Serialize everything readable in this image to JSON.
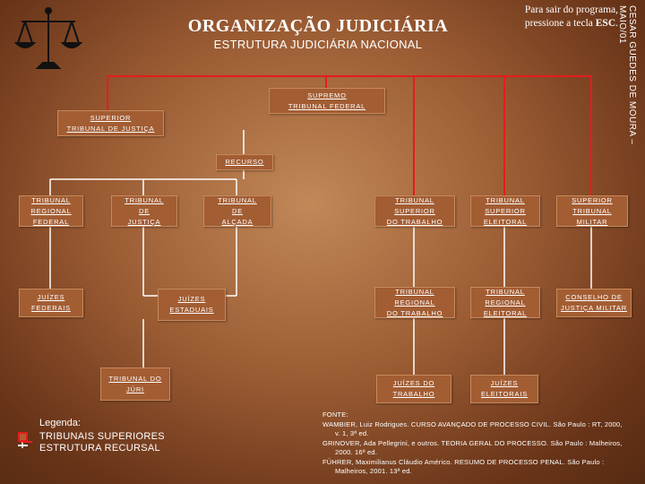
{
  "header": {
    "title": "ORGANIZAÇÃO JUDICIÁRIA",
    "subtitle": "ESTRUTURA JUDICIÁRIA NACIONAL",
    "exit_note_1": "Para sair do programa,",
    "exit_note_2a": "pressione a tecla ",
    "exit_note_2b": "ESC",
    "exit_note_2c": ".",
    "credit": "CESAR GUEDES DE MOURA – MAIO/01"
  },
  "logo": {
    "icon": "scales-of-justice-icon"
  },
  "nodes": {
    "stf": "SUPREMO\nTRIBUNAL FEDERAL",
    "stj": "SUPERIOR\nTRIBUNAL DE JUSTIÇA",
    "recurso": "RECURSO",
    "trf": "TRIBUNAL\nREGIONAL\nFEDERAL",
    "tj": "TRIBUNAL\nDE\nJUSTIÇA",
    "ta": "TRIBUNAL\nDE\nALÇADA",
    "tst": "TRIBUNAL\nSUPERIOR\nDO TRABALHO",
    "tse": "TRIBUNAL\nSUPERIOR\nELEITORAL",
    "stm": "SUPERIOR\nTRIBUNAL\nMILITAR",
    "jf": "JUÍZES\nFEDERAIS",
    "je": "JUÍZES\nESTADUAIS",
    "trt": "TRIBUNAL\nREGIONAL\nDO TRABALHO",
    "tre": "TRIBUNAL\nREGIONAL\nELEITORAL",
    "cjm": "CONSELHO DE\nJUSTIÇA MILITAR",
    "juri": "TRIBUNAL DO\nJÚRI",
    "jt": "JUÍZES DO\nTRABALHO",
    "jel": "JUÍZES\nELEITORAIS"
  },
  "legend": {
    "label": "Legenda:",
    "items": [
      {
        "text": "TRIBUNAIS SUPERIORES",
        "color": "#e51c1c"
      },
      {
        "text": "ESTRUTURA RECURSAL",
        "color": "#ffffff"
      }
    ]
  },
  "sources": {
    "label": "FONTE:",
    "lines": [
      "WAMBIER, Luiz Rodrigues. CURSO AVANÇADO DE PROCESSO CIVIL. São Paulo : RT, 2000,",
      "v. 1, 3ª ed.",
      "GRINOVER, Ada Pellegrini, e outros. TEORIA GERAL DO PROCESSO. São Paulo : Malheiros,",
      "2000. 16ª ed.",
      "FÜHRER, Maximilianus Cláudio Américo. RESUMO DE PROCESSO PENAL. São Paulo :",
      "Malheiros, 2001. 13ª ed."
    ]
  },
  "colors": {
    "box_fill": "#a35d33",
    "superior_connector": "#e51c1c",
    "appeal_connector": "#ffffff"
  }
}
